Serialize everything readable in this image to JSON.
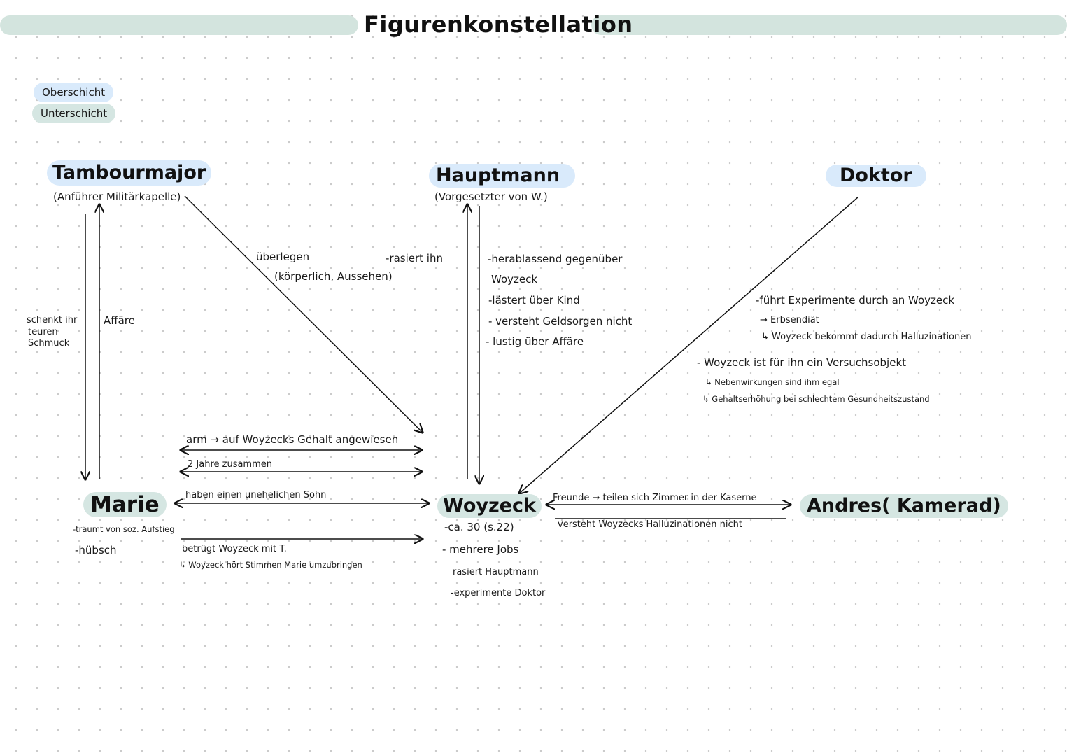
{
  "title": "Figurenkonstellation",
  "legend": {
    "upper": "Oberschicht",
    "lower": "Unterschicht",
    "upper_color": "#d9eafb",
    "lower_color": "#d5e6e2"
  },
  "characters": {
    "tambourmajor": {
      "name": "Tambourmajor",
      "role": "(Anführer Militärkapelle)",
      "class": "Oberschicht"
    },
    "hauptmann": {
      "name": "Hauptmann",
      "role": "(Vorgesetzter von W.)",
      "class": "Oberschicht"
    },
    "doktor": {
      "name": "Doktor",
      "class": "Oberschicht"
    },
    "marie": {
      "name": "Marie",
      "notes": [
        "-träumt von soz. Aufstieg",
        "-hübsch"
      ],
      "class": "Unterschicht"
    },
    "woyzeck": {
      "name": "Woyzeck",
      "notes": [
        "-ca. 30 (s.22)",
        "- mehrere Jobs",
        "rasiert Hauptmann",
        "-experimente Doktor"
      ],
      "class": "Unterschicht"
    },
    "andres": {
      "name": "Andres( Kamerad)",
      "class": "Unterschicht"
    }
  },
  "relations": {
    "tambour_marie_left": [
      "schenkt ihr",
      "teuren",
      "Schmuck"
    ],
    "tambour_marie_right": "Affäre",
    "tambour_woyzeck": [
      "überlegen",
      "(körperlich, Aussehen)"
    ],
    "hauptmann_woyzeck_left": "-rasiert ihn",
    "hauptmann_woyzeck_right": [
      "-herablassend gegenüber",
      "Woyzeck",
      "-lästert über Kind",
      "- versteht Geldsorgen nicht",
      "- lustig über Affäre"
    ],
    "doktor_woyzeck": [
      "-führt Experimente durch an Woyzeck",
      "→ Erbsendiät",
      "↳ Woyzeck bekommt dadurch Halluzinationen",
      "- Woyzeck ist für ihn ein Versuchsobjekt",
      "↳ Nebenwirkungen sind ihm egal",
      "↳ Gehaltserhöhung bei schlechtem Gesundheitszustand"
    ],
    "marie_woyzeck": [
      "arm → auf Woyzecks Gehalt angewiesen",
      "2 Jahre zusammen",
      "haben einen unehelichen Sohn",
      "betrügt Woyzeck mit T.",
      "↳ Woyzeck hört Stimmen Marie umzubringen"
    ],
    "woyzeck_andres": [
      "Freunde → teilen sich Zimmer in der Kaserne",
      "versteht Woyzecks Halluzinationen nicht"
    ]
  }
}
